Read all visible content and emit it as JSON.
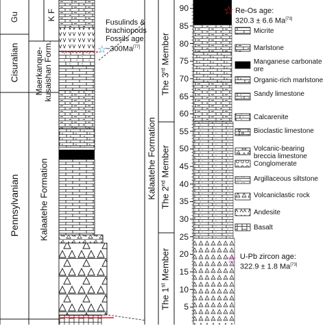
{
  "left_column": {
    "series": [
      {
        "label": "Gu",
        "id": "gu"
      },
      {
        "label": "Cisuralian",
        "id": "cisuralian"
      },
      {
        "label": "Pennsylvanian",
        "id": "pennsylvanian"
      }
    ],
    "formations": [
      {
        "label": "K F",
        "id": "k-f"
      },
      {
        "label": "Maerkanque-kusaishan Form.",
        "id": "maerkanque"
      },
      {
        "label": "Kalaatehe Formation",
        "id": "kalaatehe-left"
      }
    ]
  },
  "right_column": {
    "formation": "Kalaatehe Formation",
    "members": [
      {
        "label": "The 3rd Member",
        "id": "third",
        "base": "The 3",
        "sup": "rd",
        "tail": " Member"
      },
      {
        "label": "The 2nd Member",
        "id": "second",
        "base": "The 2",
        "sup": "nd",
        "tail": " Member"
      },
      {
        "label": "The 1st Member",
        "id": "first",
        "base": "The 1",
        "sup": "st",
        "tail": " Member"
      }
    ],
    "scale_ticks": [
      5,
      10,
      15,
      20,
      25,
      30,
      35,
      40,
      45,
      50,
      55,
      60,
      65,
      70,
      75,
      80,
      85,
      90
    ]
  },
  "annotations": {
    "fossil": {
      "line1": "Fusulinds &",
      "line2": "brachiopods",
      "line3": "Fossils age:",
      "value": "~300Ma",
      "ref": "[77]"
    },
    "re_os": {
      "line1": "Re-Os age:",
      "value": "320.3 ± 6.6 Ma",
      "ref": "[73]"
    },
    "u_pb": {
      "line1": "U-Pb zircon age:",
      "value": "322.9 ± 1.8 Ma",
      "ref": "[73]"
    }
  },
  "legend": [
    {
      "label": "Micrite",
      "pattern": "micrite"
    },
    {
      "label": "Marlstone",
      "pattern": "marlstone"
    },
    {
      "label": "Manganese carbonate ore",
      "pattern": "manganese"
    },
    {
      "label": "Organic-rich marlstone",
      "pattern": "organic"
    },
    {
      "label": "Sandy limestone",
      "pattern": "sandy"
    },
    {
      "label": "Calcarenite",
      "pattern": "calcarenite"
    },
    {
      "label": "Bioclastic limestone",
      "pattern": "bioclastic"
    },
    {
      "label": "Volcanic-bearing breccia limestone",
      "pattern": "breccia"
    },
    {
      "label": "Conglomerate",
      "pattern": "conglomerate"
    },
    {
      "label": "Argillaceous siltstone",
      "pattern": "argillaceous"
    },
    {
      "label": "Volcaniclastic rock",
      "pattern": "volcaniclastic"
    },
    {
      "label": "Andesite",
      "pattern": "andesite"
    },
    {
      "label": "Basalt",
      "pattern": "basalt"
    }
  ],
  "colors": {
    "ore": "#000000",
    "marker_red": "#e02020",
    "star_red": "#e02020",
    "star_blue": "#1a8ad4",
    "star_pink": "#d23ad0"
  }
}
